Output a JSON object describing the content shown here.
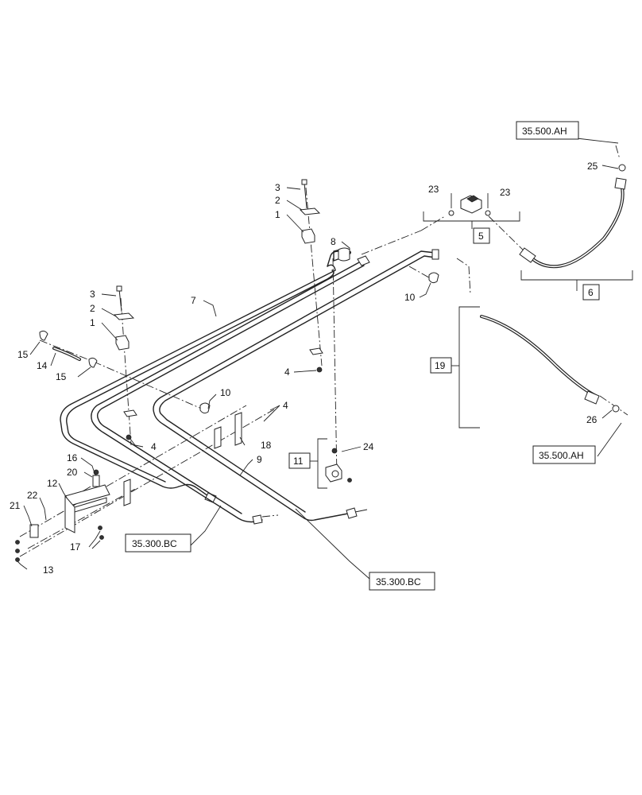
{
  "callouts": {
    "c1a": "1",
    "c1b": "1",
    "c2a": "2",
    "c2b": "2",
    "c3a": "3",
    "c3b": "3",
    "c4a": "4",
    "c4b": "4",
    "c4c": "4",
    "c7": "7",
    "c8": "8",
    "c9": "9",
    "c10a": "10",
    "c10b": "10",
    "c12": "12",
    "c13": "13",
    "c14": "14",
    "c15a": "15",
    "c15b": "15",
    "c16": "16",
    "c17": "17",
    "c18": "18",
    "c20": "20",
    "c21": "21",
    "c22": "22",
    "c23a": "23",
    "c23b": "23",
    "c24": "24",
    "c25": "25",
    "c26": "26"
  },
  "boxed_callouts": {
    "b5": "5",
    "b6": "6",
    "b11": "11",
    "b19": "19"
  },
  "references": {
    "ref_ah_top": "35.500.AH",
    "ref_ah_right": "35.500.AH",
    "ref_bc_left": "35.300.BC",
    "ref_bc_right": "35.300.BC"
  }
}
